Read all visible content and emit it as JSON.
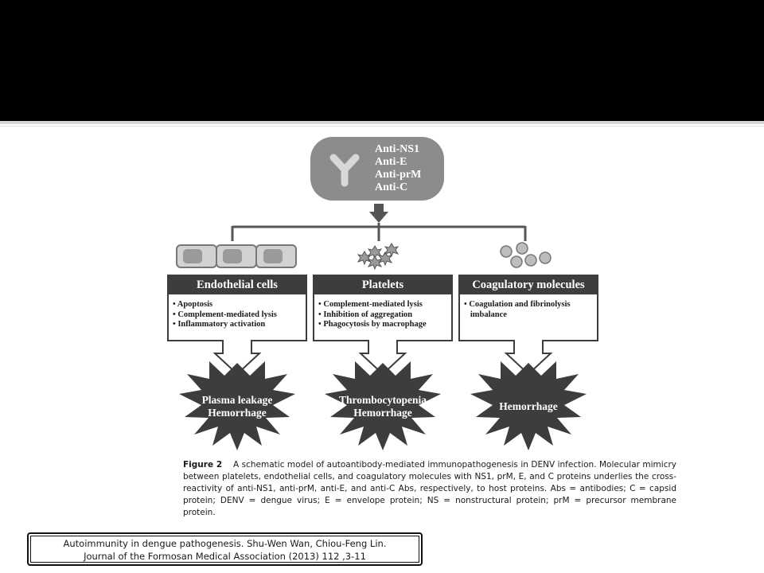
{
  "slide": {
    "title": ""
  },
  "diagram": {
    "antibodies": [
      "Anti-NS1",
      "Anti-E",
      "Anti-prM",
      "Anti-C"
    ],
    "targets": [
      {
        "title": "Endothelial cells",
        "effects": [
          "Apoptosis",
          "Complement-mediated lysis",
          "Inflammatory activation"
        ],
        "outcome": [
          "Plasma leakage",
          "Hemorrhage"
        ]
      },
      {
        "title": "Platelets",
        "effects": [
          "Complement-mediated lysis",
          "Inhibition of aggregation",
          "Phagocytosis by macrophage"
        ],
        "outcome": [
          "Thrombocytopenia",
          "Hemorrhage"
        ]
      },
      {
        "title": "Coagulatory molecules",
        "effects": [
          "Coagulation and fibrinolysis",
          "imbalance"
        ],
        "outcome": [
          "Hemorrhage"
        ]
      }
    ]
  },
  "caption": {
    "label": "Figure 2",
    "text": "A schematic model of autoantibody-mediated immunopathogenesis in DENV infection. Molecular mimicry between platelets, endothelial cells, and coagulatory molecules with NS1, prM, E, and C proteins underlies the cross-reactivity of anti-NS1, anti-prM, anti-E, and anti-C Abs, respectively, to host proteins. Abs = antibodies; C = capsid protein; DENV = dengue virus; E = envelope protein; NS = nonstructural protein; prM = precursor membrane protein."
  },
  "source": {
    "line1": "Autoimmunity in dengue pathogenesis. Shu-Wen Wan, Chiou-Feng Lin.",
    "line2": "Journal of the Formosan Medical Association (2013) 112 ,3-11"
  },
  "colors": {
    "title_bar": "#000000",
    "dark_fill": "#3d3d3d",
    "pill_fill": "#8c8c8c",
    "cell_fill": "#d2d2d2",
    "molecule_fill": "#bdbdbd"
  }
}
